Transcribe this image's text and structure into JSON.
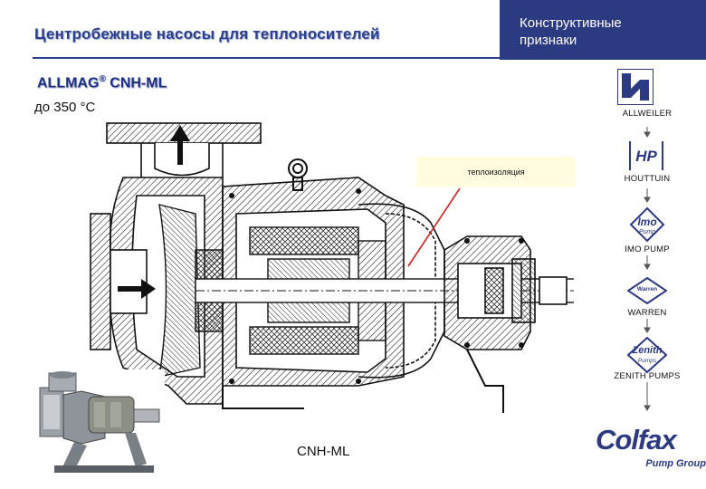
{
  "header": {
    "title": "Центробежные насосы для теплоносителей",
    "section_line1": "Конструктивные",
    "section_line2": "признаки"
  },
  "product": {
    "model": "ALLMAG",
    "registered_mark": "®",
    "model_suffix": " CNH-ML",
    "temperature": "до 350 °C"
  },
  "drawing": {
    "callout": "теплоизоляция",
    "caption": "CNH-ML"
  },
  "brands": {
    "allweiler": "ALLWEILER",
    "houttuin": "HOUTTUIN",
    "imo_logo": "Imo",
    "imo_logo_sub": "Pump",
    "imo": "IMO PUMP",
    "warren_logo": "Warren",
    "warren": "WARREN",
    "zenith_logo": "Zenith",
    "zenith_logo_sub": "Pumps",
    "zenith": "ZENITH PUMPS",
    "colfax": "Colfax",
    "colfax_sub": "Pump Group"
  },
  "colors": {
    "brand_blue": "#2c3a82",
    "title_blue": "#2b3f8e",
    "callout_fill": "#fffce0",
    "leader_red": "#d42020"
  }
}
